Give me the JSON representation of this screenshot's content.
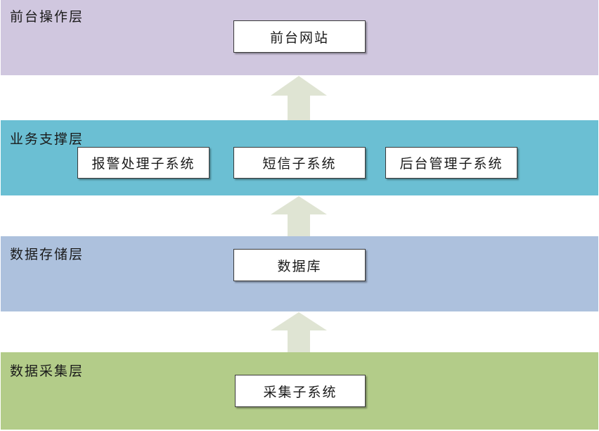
{
  "colors": {
    "frontend_layer": "#d0c7df",
    "business_layer": "#6bbfd3",
    "storage_layer": "#adc1dd",
    "collection_layer": "#b3cc89",
    "arrow": "#dfe4d3"
  },
  "layers": {
    "frontend": {
      "title": "前台操作层",
      "boxes": [
        "前台网站"
      ]
    },
    "business": {
      "title": "业务支撑层",
      "boxes": [
        "报警处理子系统",
        "短信子系统",
        "后台管理子系统"
      ]
    },
    "storage": {
      "title": "数据存储层",
      "boxes": [
        "数据库"
      ]
    },
    "collection": {
      "title": "数据采集层",
      "boxes": [
        "采集子系统"
      ]
    }
  },
  "arrows": [
    {
      "from": "数据采集层",
      "to": "数据存储层"
    },
    {
      "from": "数据存储层",
      "to": "业务支撑层"
    },
    {
      "from": "业务支撑层",
      "to": "前台操作层"
    }
  ]
}
